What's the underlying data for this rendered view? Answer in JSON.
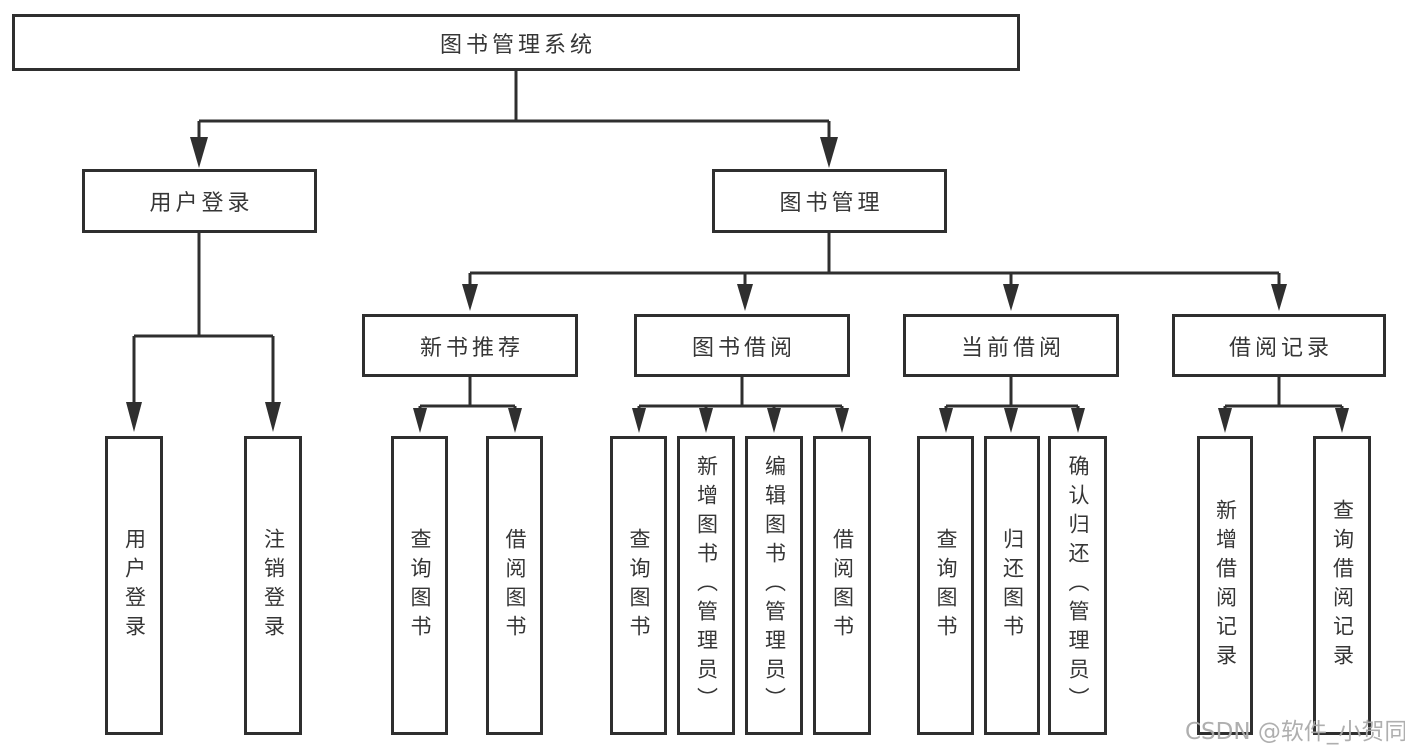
{
  "diagram_type": "hierarchy-tree",
  "colors": {
    "line": "#2f2f2f",
    "box_background": "#ffffff",
    "text": "#363636",
    "watermark": "#ababab"
  },
  "nodes": {
    "root": {
      "label": "图书管理系统"
    },
    "branches": [
      {
        "label": "用户登录",
        "children": [
          {
            "label": "用户登录"
          },
          {
            "label": "注销登录"
          }
        ]
      },
      {
        "label": "图书管理",
        "children": [
          {
            "label": "新书推荐",
            "children": [
              {
                "label": "查询图书"
              },
              {
                "label": "借阅图书"
              }
            ]
          },
          {
            "label": "图书借阅",
            "children": [
              {
                "label": "查询图书"
              },
              {
                "label": "新增图书（管理员）"
              },
              {
                "label": "编辑图书（管理员）"
              },
              {
                "label": "借阅图书"
              }
            ]
          },
          {
            "label": "当前借阅",
            "children": [
              {
                "label": "查询图书"
              },
              {
                "label": "归还图书"
              },
              {
                "label": "确认归还（管理员）"
              }
            ]
          },
          {
            "label": "借阅记录",
            "children": [
              {
                "label": "新增借阅记录"
              },
              {
                "label": "查询借阅记录"
              }
            ]
          }
        ]
      }
    ]
  },
  "watermark": {
    "text": "CSDN @软件_小贺同学"
  }
}
